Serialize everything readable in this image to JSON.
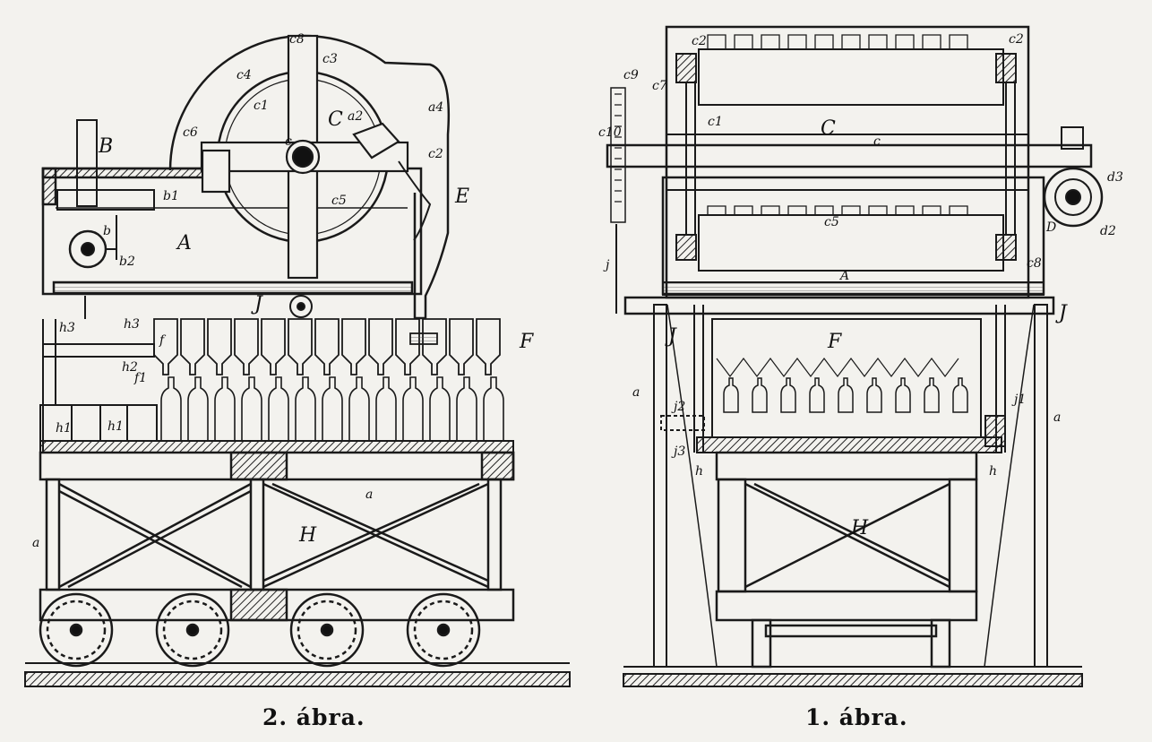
{
  "captions": {
    "fig2": "2. ábra.",
    "fig1": "1. ábra."
  },
  "fig2_labels": {
    "B": "B",
    "b1": "b1",
    "b": "b",
    "b2": "b2",
    "A": "A",
    "C": "C",
    "c": "c",
    "c1": "c1",
    "c2": "c2",
    "c3": "c3",
    "c4": "c4",
    "c5": "c5",
    "c6": "c6",
    "c8": "c8",
    "a2": "a2",
    "a4": "a4",
    "E": "E",
    "J": "J",
    "h3": "h3",
    "h3b": "h3",
    "h2": "h2",
    "h1": "h1",
    "h1b": "h1",
    "f": "f",
    "f1": "f1",
    "F": "F",
    "H": "H",
    "a": "a",
    "a2low": "a"
  },
  "fig1_labels": {
    "c2": "c2",
    "c2b": "c2",
    "c9": "c9",
    "c7": "c7",
    "c10": "c10",
    "c1": "c1",
    "C": "C",
    "c": "c",
    "c5": "c5",
    "d3": "d3",
    "d2": "d2",
    "D": "D",
    "c8": "c8",
    "A": "A",
    "j": "j",
    "J": "J",
    "J2": "J",
    "F": "F",
    "a": "a",
    "a2": "a",
    "j2": "j2",
    "j1": "j1",
    "j3": "j3",
    "h": "h",
    "h2": "h",
    "H": "H"
  }
}
